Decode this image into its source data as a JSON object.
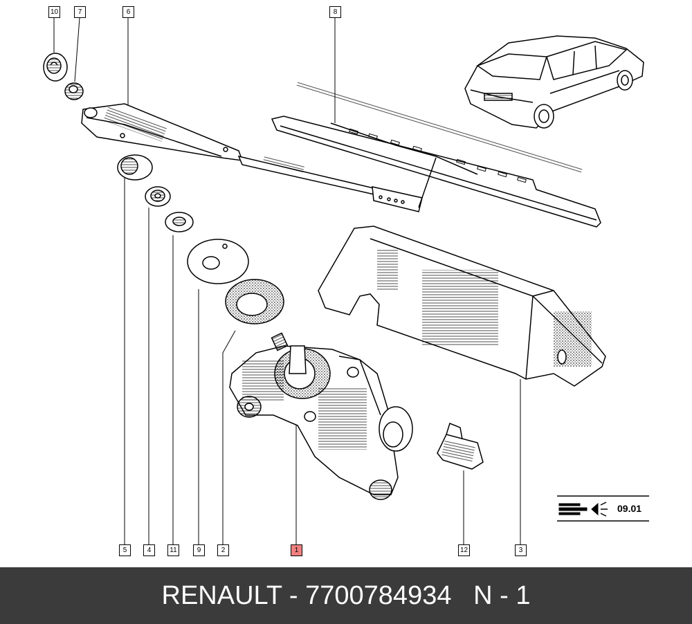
{
  "callouts": {
    "c10": "10",
    "c7": "7",
    "c6": "6",
    "c8": "8",
    "c5": "5",
    "c4": "4",
    "c11": "11",
    "c9": "9",
    "c2": "2",
    "c1": "1",
    "c12": "12",
    "c3": "3"
  },
  "symbol": {
    "code": "09.01"
  },
  "footer": {
    "text": "RENAULT - 7700784934   N - 1"
  },
  "colors": {
    "highlight": "#f08080",
    "footer_bg": "#3b3b3b"
  }
}
